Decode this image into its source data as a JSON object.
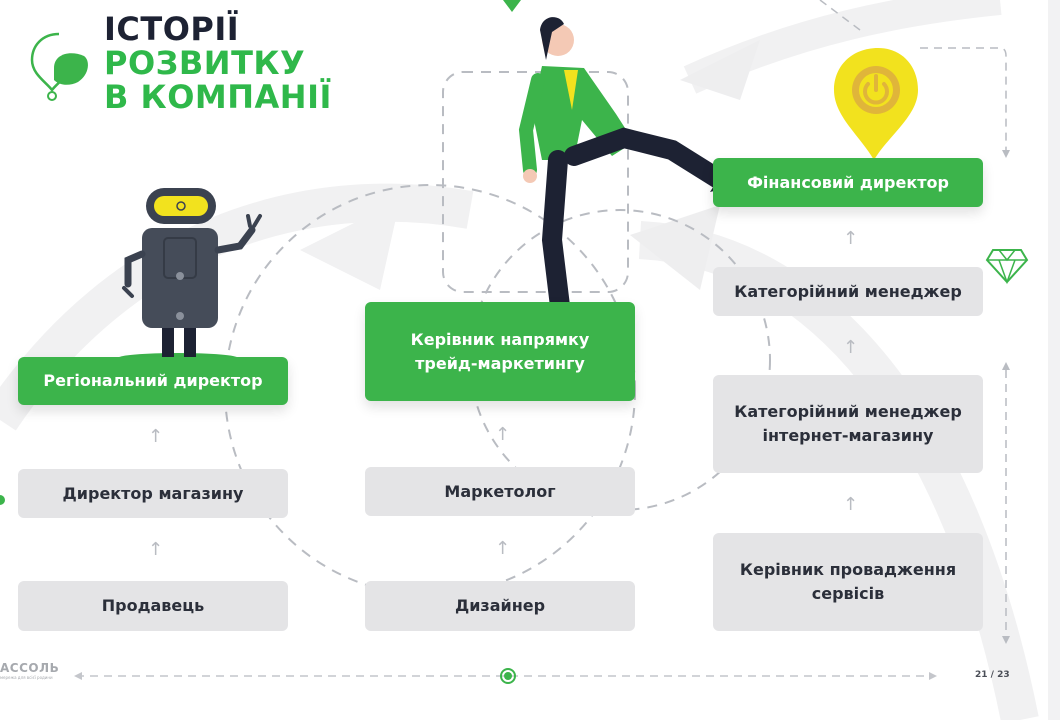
{
  "title": {
    "line1": "ІСТОРІЇ",
    "line2": "РОЗВИТКУ",
    "line3": "В КОМПАНІЇ"
  },
  "colors": {
    "green": "#3cb44b",
    "dark": "#1d2233",
    "grey_box": "#e4e4e6",
    "yellow": "#f2e21e"
  },
  "columns": {
    "left": {
      "steps": [
        "Продавець",
        "Директор магазину",
        "Регіональний директор"
      ]
    },
    "middle": {
      "steps": [
        "Дизайнер",
        "Маркетолог",
        "Керівник напрямку\nтрейд-маркетингу"
      ]
    },
    "right": {
      "steps": [
        "Керівник провадження\nсервісів",
        "Категорійний менеджер\nінтернет-магазину",
        "Категорійний менеджер",
        "Фінансовий директор"
      ]
    }
  },
  "icons": {
    "title_pin": "map-pin-icon",
    "robot": "robot-illustration",
    "businessman": "walking-businessman-illustration",
    "yellow_pin": "yellow-location-pin-icon",
    "diamond": "diamond-icon",
    "progress_dot": "progress-dot-icon"
  },
  "footer": {
    "logo": "АССОЛЬ",
    "logo_tagline": "мережа для всієї родини",
    "page": "21 / 23"
  }
}
